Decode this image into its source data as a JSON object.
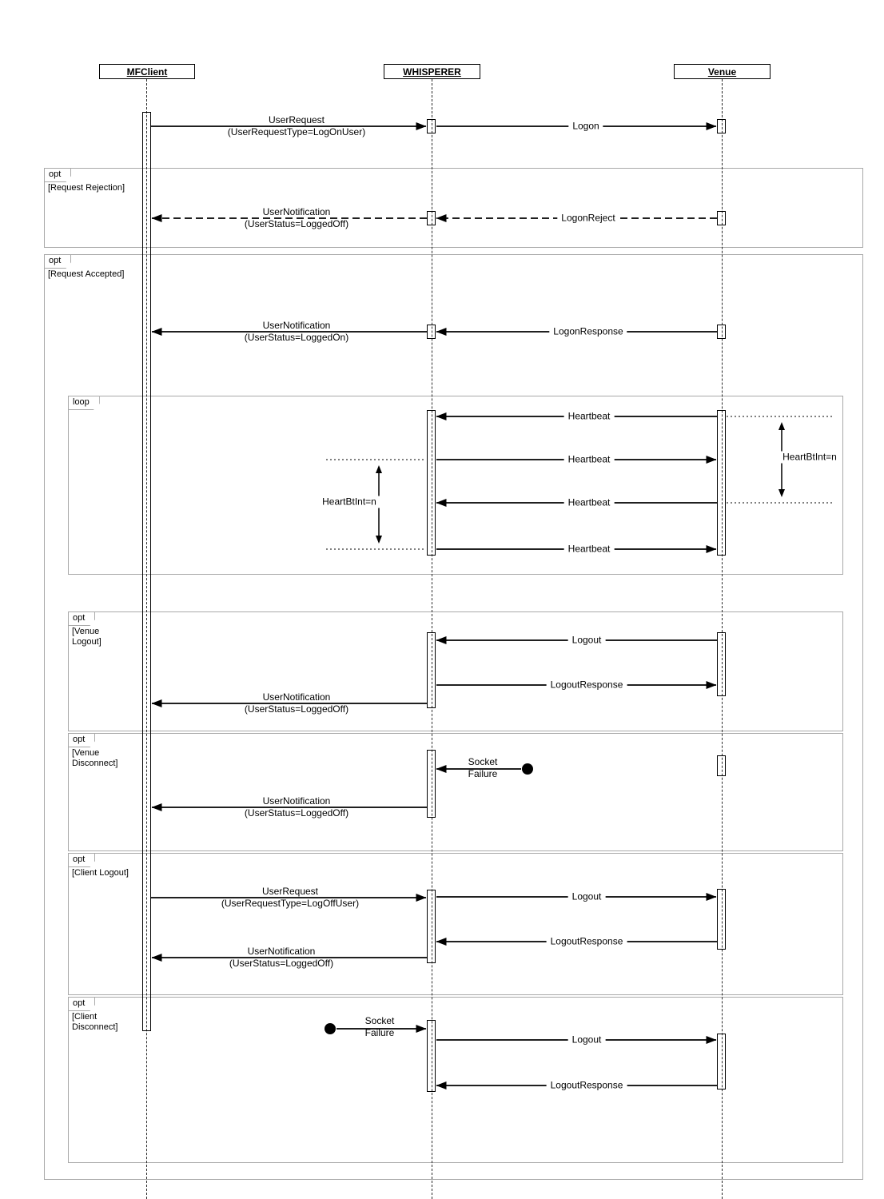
{
  "diagram": {
    "actors": [
      {
        "name": "MFClient"
      },
      {
        "name": "WHISPERER"
      },
      {
        "name": "Venue"
      }
    ],
    "fragments": {
      "request_rejection": {
        "op": "opt",
        "guard": "[Request Rejection]"
      },
      "request_accepted": {
        "op": "opt",
        "guard": "[Request Accepted]"
      },
      "heartbeat_loop": {
        "op": "loop"
      },
      "venue_logout": {
        "op": "opt",
        "guard": "[Venue\nLogout]"
      },
      "venue_disconnect": {
        "op": "opt",
        "guard": "[Venue\nDisconnect]"
      },
      "client_logout": {
        "op": "opt",
        "guard": "[Client Logout]"
      },
      "client_disconnect": {
        "op": "opt",
        "guard": "[Client\nDisconnect]"
      }
    },
    "messages": {
      "logon_user_request": "UserRequest\n(UserRequestType=LogOnUser)",
      "logon": "Logon",
      "user_notification_logged_off": "UserNotification\n(UserStatus=LoggedOff)",
      "logon_reject": "LogonReject",
      "user_notification_logged_on": "UserNotification\n(UserStatus=LoggedOn)",
      "logon_response": "LogonResponse",
      "heartbeat": "Heartbeat",
      "heartbt_int": "HeartBtInt=n",
      "logout": "Logout",
      "logout_response": "LogoutResponse",
      "socket_failure": "Socket\nFailure",
      "logoff_user_request": "UserRequest\n(UserRequestType=LogOffUser)"
    }
  }
}
